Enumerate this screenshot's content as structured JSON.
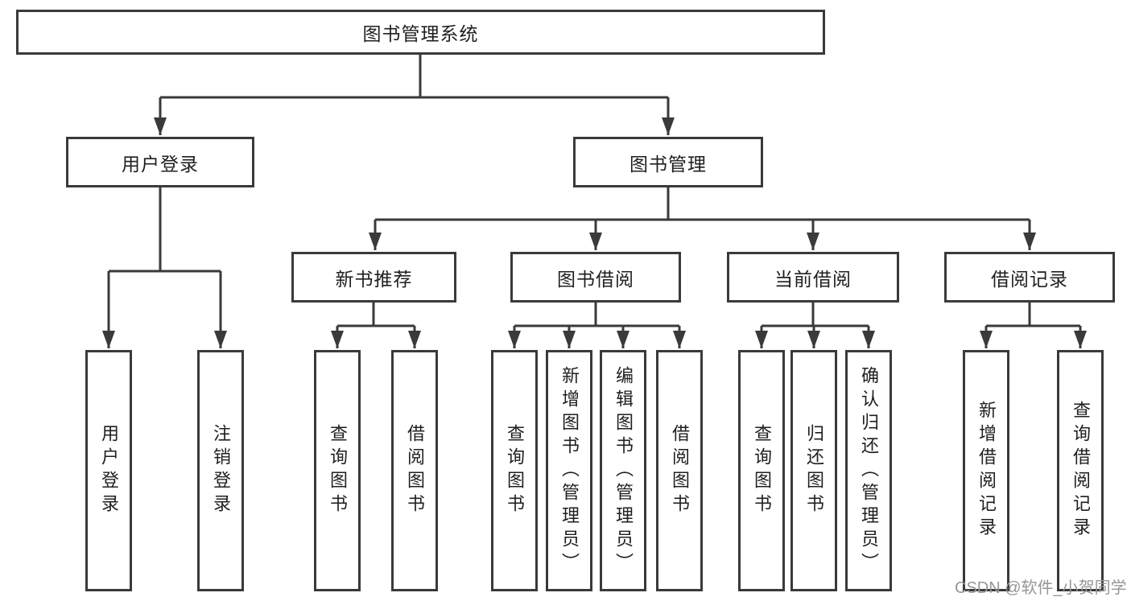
{
  "nodes": {
    "root": "图书管理系统",
    "user_login": "用户登录",
    "book_mgmt": "图书管理",
    "new_book_rec": "新书推荐",
    "book_borrow": "图书借阅",
    "current_borrow": "当前借阅",
    "borrow_records": "借阅记录",
    "leaves": {
      "login": "用户登录",
      "logout": "注销登录",
      "rec_query_books": "查询图书",
      "rec_borrow_books": "借阅图书",
      "bb_query_books": "查询图书",
      "bb_add_book": "新增图书（管理员）",
      "bb_edit_book": "编辑图书（管理员）",
      "bb_borrow_books": "借阅图书",
      "cb_query_books": "查询图书",
      "cb_return_book": "归还图书",
      "cb_confirm_return": "确认归还（管理员）",
      "br_add_record": "新增借阅记录",
      "br_query_record": "查询借阅记录"
    }
  },
  "watermark": "CSDN @软件_小贺同学",
  "colors": {
    "line": "#3a3a3a",
    "text": "#1f1f1f",
    "watermark": "#969696",
    "background": "#ffffff"
  }
}
